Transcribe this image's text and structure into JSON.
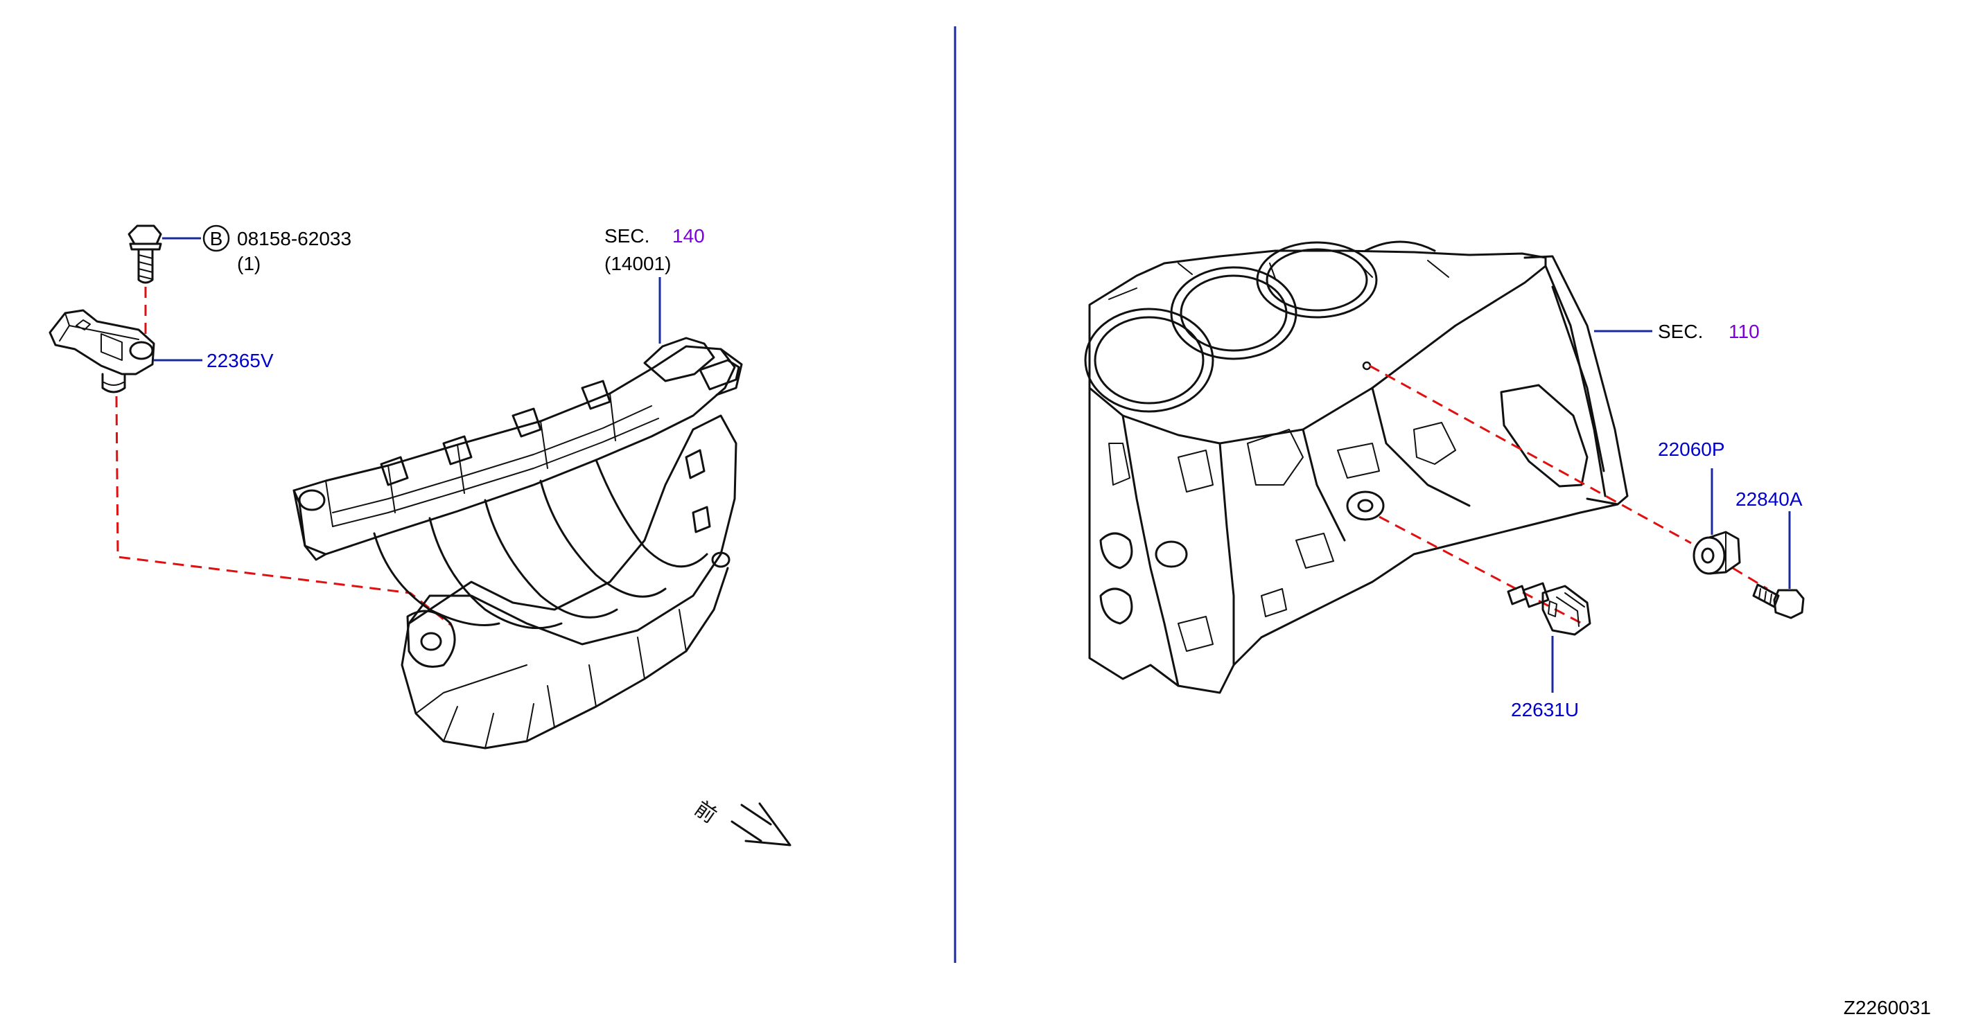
{
  "labels": {
    "bolt_circle_letter": "B",
    "bolt_part_no": "08158-62033",
    "bolt_qty": "(1)",
    "sensor_part_no": "22365V",
    "sec_left_prefix": "SEC.",
    "sec_left_no": "140",
    "sec_left_sub": "(14001)",
    "sec_right_prefix": "SEC.",
    "sec_right_no": "110",
    "knock_sensor_part_no": "22060P",
    "knock_bolt_part_no": "22840A",
    "temp_sensor_part_no": "22631U",
    "front_mark": "前",
    "diagram_id": "Z2260031"
  },
  "colors": {
    "part_number": "#0000cc",
    "section_ref": "#7a00d9",
    "leader_line": "#1a2a9c",
    "dashed_guide": "#e01010",
    "divider": "#1a2a9c",
    "linework": "#111111"
  }
}
